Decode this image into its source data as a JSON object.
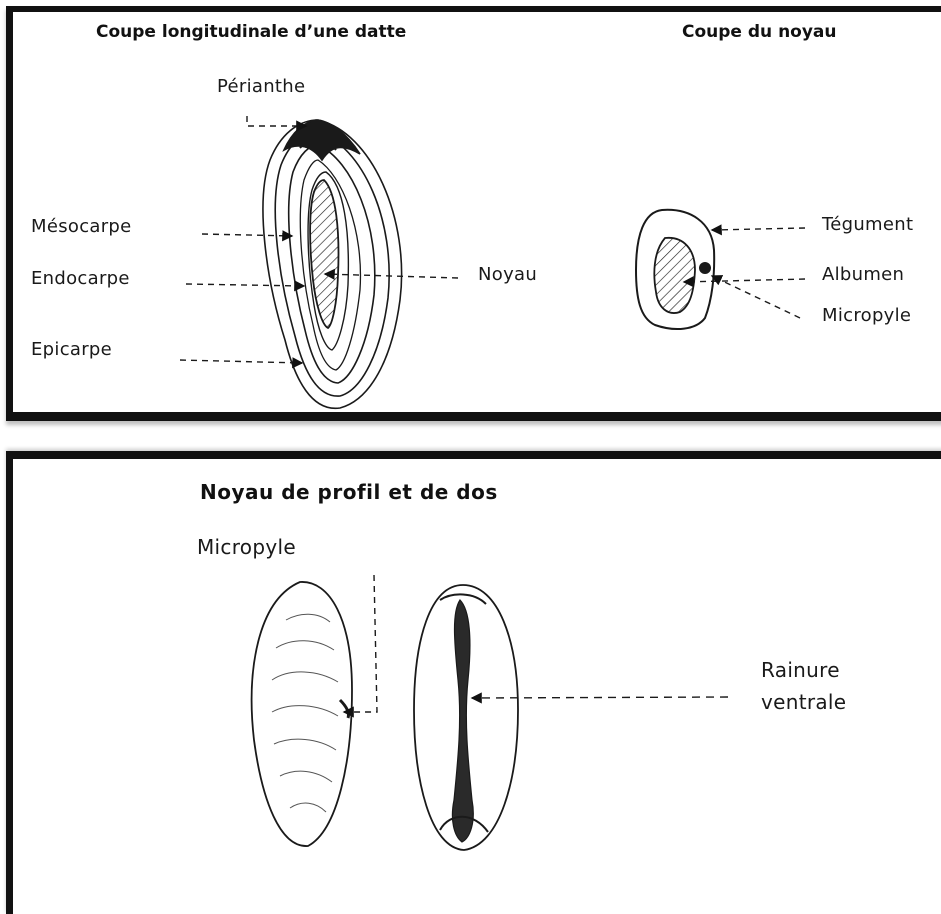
{
  "top_panel": {
    "title_date": "Coupe longitudinale d’une datte",
    "title_seed": "Coupe du noyau",
    "labels": {
      "perianthe": "Périanthe",
      "mesocarpe": "Mésocarpe",
      "endocarpe": "Endocarpe",
      "epicarpe": "Epicarpe",
      "noyau": "Noyau",
      "tegument": "Tégument",
      "albumen": "Albumen",
      "micropyle": "Micropyle"
    }
  },
  "bottom_panel": {
    "title": "Noyau de profil et de dos",
    "labels": {
      "micropyle": "Micropyle",
      "rainure_line1": "Rainure",
      "rainure_line2": "ventrale"
    }
  }
}
